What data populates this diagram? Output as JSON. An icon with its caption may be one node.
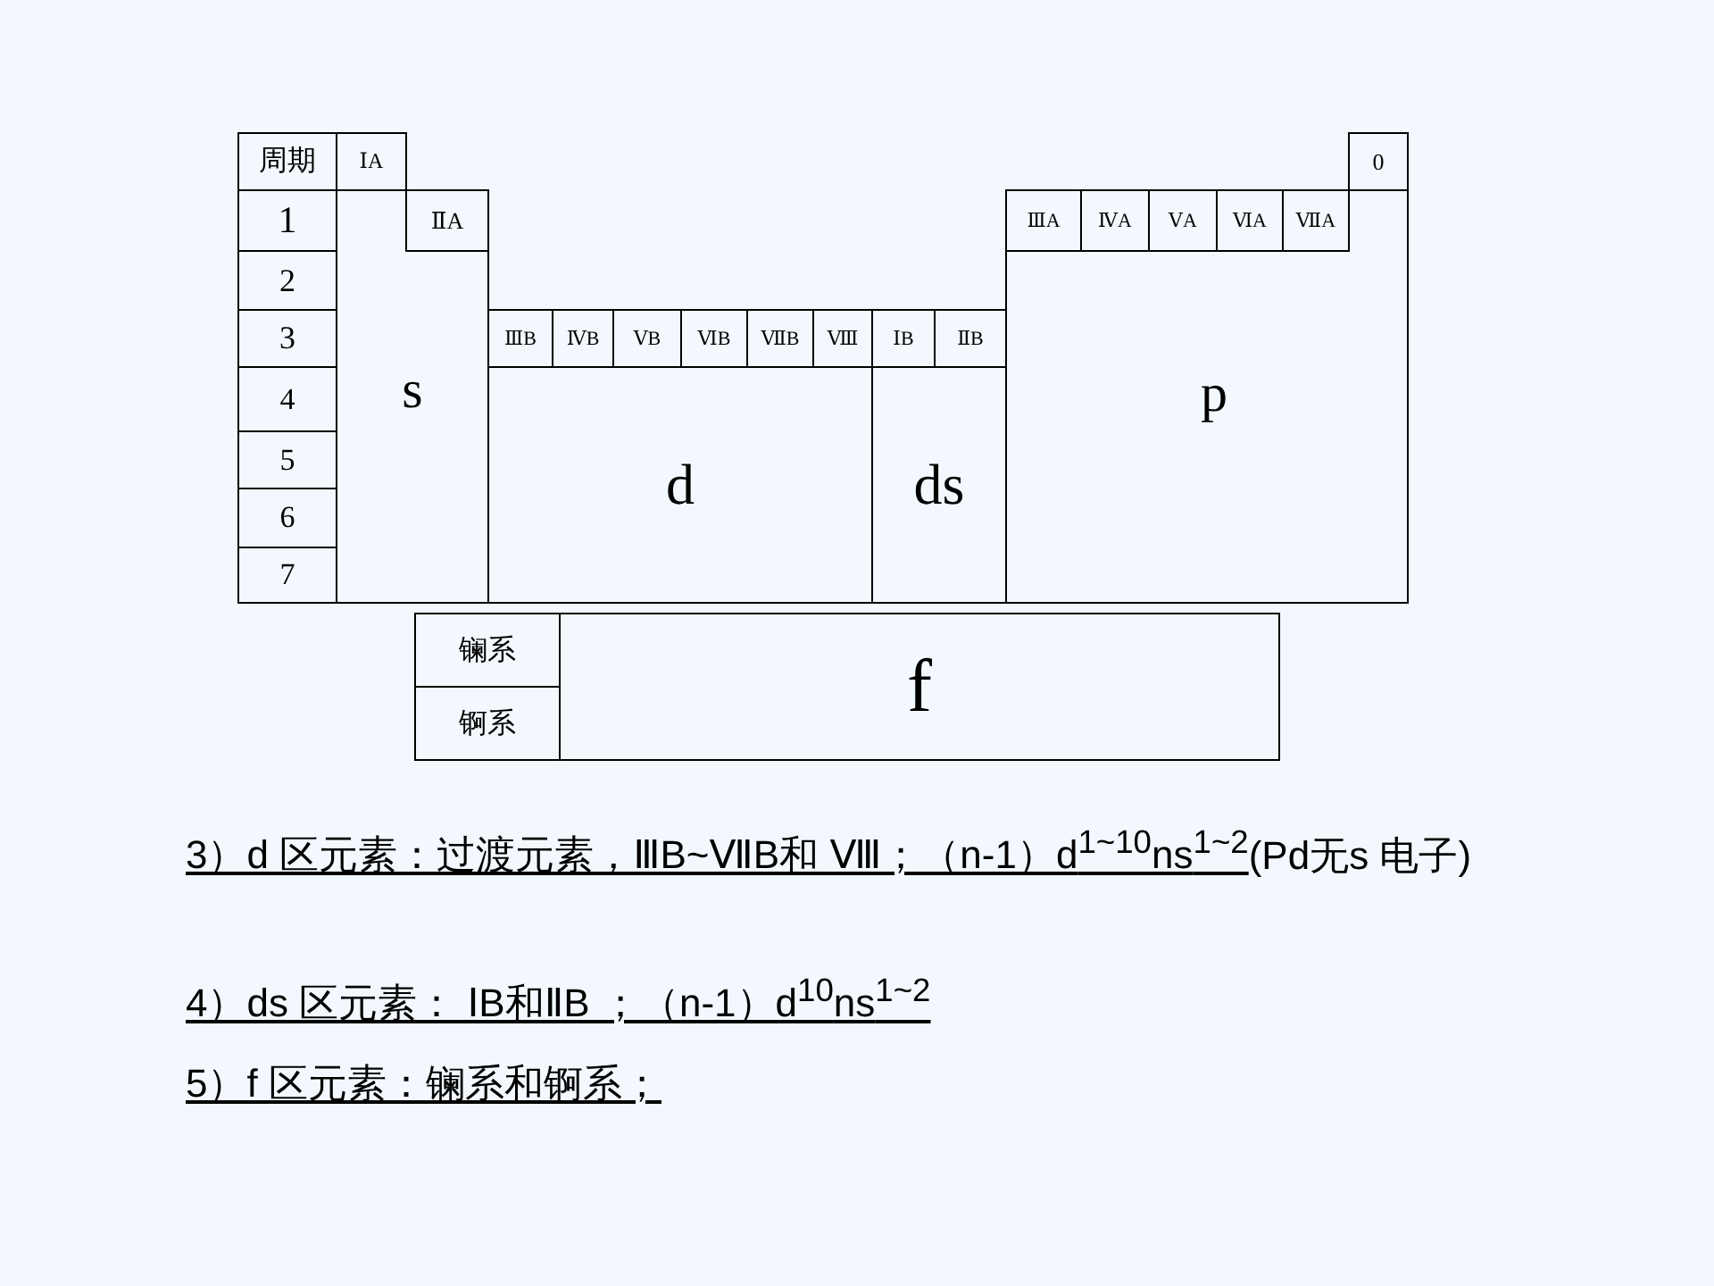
{
  "diagram": {
    "nodes": [
      {
        "text": [
          "周期"
        ]
      },
      {
        "text": [
          "1"
        ]
      },
      {
        "text": [
          "2"
        ]
      },
      {
        "text": [
          "3"
        ]
      },
      {
        "text": [
          "4"
        ]
      },
      {
        "text": [
          "5"
        ]
      },
      {
        "text": [
          "6"
        ]
      },
      {
        "text": [
          "7"
        ]
      },
      {
        "text": [
          "s"
        ]
      },
      {
        "text": [
          "d"
        ]
      },
      {
        "text": [
          "ds"
        ]
      },
      {
        "text": [
          "p"
        ]
      },
      {
        "text": [
          "ⅠA"
        ]
      },
      {
        "text": [
          "ⅡA"
        ]
      },
      {
        "text": [
          "ⅢB"
        ]
      },
      {
        "text": [
          "ⅣB"
        ]
      },
      {
        "text": [
          "ⅤB"
        ]
      },
      {
        "text": [
          "ⅥB"
        ]
      },
      {
        "text": [
          "ⅦB"
        ]
      },
      {
        "text": [
          "Ⅷ"
        ]
      },
      {
        "text": [
          "ⅠB"
        ]
      },
      {
        "text": [
          "ⅡB"
        ]
      },
      {
        "text": [
          "ⅢA"
        ]
      },
      {
        "text": [
          "ⅣA"
        ]
      },
      {
        "text": [
          "ⅤA"
        ]
      },
      {
        "text": [
          "ⅥA"
        ]
      },
      {
        "text": [
          "ⅦA"
        ]
      },
      {
        "text": [
          "0"
        ]
      },
      {
        "text": [
          "镧系"
        ]
      },
      {
        "text": [
          "锕系"
        ]
      },
      {
        "text": [
          "f"
        ]
      }
    ],
    "labels": [
      "3）d 区元素：过渡元素，ⅢB~ⅦB和 Ⅷ；（n-1）d$^{1~10}$ns$^{1~2}$",
      "(Pd无s 电子)",
      "4）ds 区元素： ⅠB和ⅡB ；（n-1）d$^{10}$ns$^{1~2}$",
      "5）f 区元素：镧系和锕系；"
    ]
  }
}
